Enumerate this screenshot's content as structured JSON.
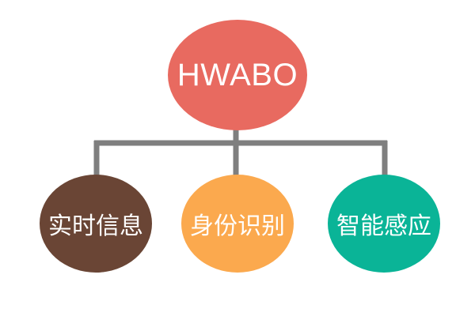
{
  "diagram": {
    "root": {
      "label": "HWABO",
      "color": "#E86A60"
    },
    "children": [
      {
        "label": "实时信息",
        "color": "#6A4535"
      },
      {
        "label": "身份识别",
        "color": "#FBA94E"
      },
      {
        "label": "智能感应",
        "color": "#0AB497"
      }
    ],
    "connector_color": "#7F7F7F"
  }
}
